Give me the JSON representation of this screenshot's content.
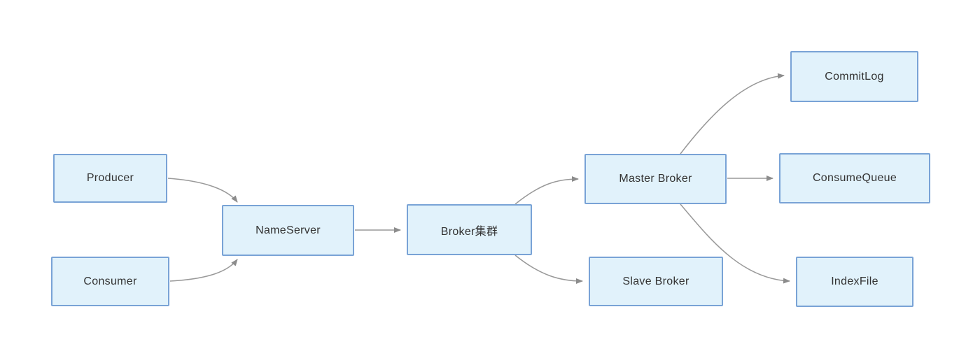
{
  "diagram": {
    "nodes": [
      {
        "id": "producer",
        "label": "Producer"
      },
      {
        "id": "consumer",
        "label": "Consumer"
      },
      {
        "id": "nameserver",
        "label": "NameServer"
      },
      {
        "id": "broker-cluster",
        "label": "Broker集群"
      },
      {
        "id": "master-broker",
        "label": "Master Broker"
      },
      {
        "id": "slave-broker",
        "label": "Slave Broker"
      },
      {
        "id": "commitlog",
        "label": "CommitLog"
      },
      {
        "id": "consumequeue",
        "label": "ConsumeQueue"
      },
      {
        "id": "indexfile",
        "label": "IndexFile"
      }
    ],
    "edges": [
      {
        "from": "producer",
        "to": "nameserver"
      },
      {
        "from": "consumer",
        "to": "nameserver"
      },
      {
        "from": "nameserver",
        "to": "broker-cluster"
      },
      {
        "from": "broker-cluster",
        "to": "master-broker"
      },
      {
        "from": "broker-cluster",
        "to": "slave-broker"
      },
      {
        "from": "master-broker",
        "to": "commitlog"
      },
      {
        "from": "master-broker",
        "to": "consumequeue"
      },
      {
        "from": "master-broker",
        "to": "indexfile"
      }
    ]
  },
  "colors": {
    "node_fill": "#e1f2fb",
    "node_border": "#79a3d6",
    "edge_line": "#999999",
    "edge_arrow": "#8c8c8c",
    "text": "#333333",
    "background": "#ffffff"
  }
}
